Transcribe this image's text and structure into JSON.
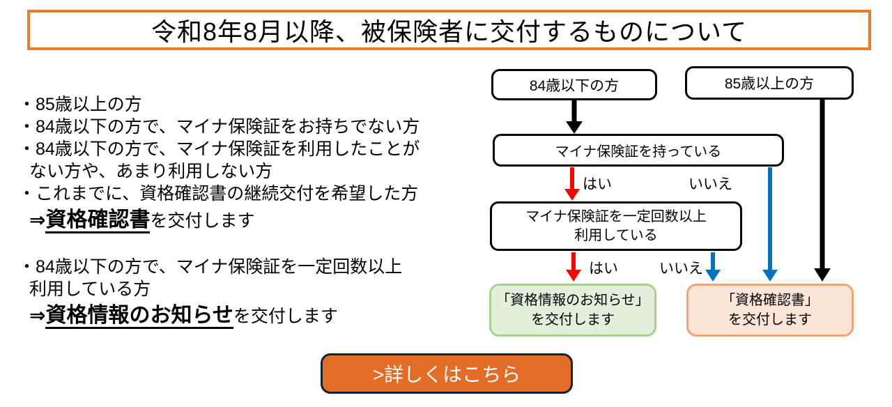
{
  "title": "令和8年8月以降、被保険者に交付するものについて",
  "left_panel": {
    "list1_line1": "・85歳以上の方",
    "list1_line2": "・84歳以下の方で、マイナ保険証をお持ちでない方",
    "list1_line3": "・84歳以下の方で、マイナ保険証を利用したことが",
    "list1_line4": "ない方や、あまり利用しない方",
    "list1_line5": "・これまでに、資格確認書の継続交付を希望した方",
    "result1_arrow": "⇒",
    "result1_strong": "資格確認書",
    "result1_suffix": "を交付します",
    "list2_line1": "・84歳以下の方で、マイナ保険証を一定回数以上",
    "list2_line2": "利用している方",
    "result2_arrow": "⇒",
    "result2_strong": "資格情報のお知らせ",
    "result2_suffix": "を交付します"
  },
  "flowchart": {
    "box_age_under": "84歳以下の方",
    "box_age_over": "85歳以上の方",
    "box_has_myna": "マイナ保険証を持っている",
    "box_uses_myna_line1": "マイナ保険証を一定回数以上",
    "box_uses_myna_line2": "利用している",
    "label_yes1": "はい",
    "label_no1": "いいえ",
    "label_yes2": "はい",
    "label_no2": "いいえ",
    "result_green_line1": "「資格情報のお知らせ」",
    "result_green_line2": "を交付します",
    "result_orange_line1": "「資格確認書」",
    "result_orange_line2": "を交付します"
  },
  "button": {
    "label": ">詳しくはこちら"
  },
  "colors": {
    "title_border": "#E87D2E",
    "arrow_black": "#000000",
    "arrow_red": "#FF0000",
    "arrow_blue": "#0070C0",
    "green_fill": "#E2EFDA",
    "green_border": "#A9D18E",
    "orange_fill": "#FCE4D6",
    "orange_border": "#F2A477",
    "button_bg": "#E36C27",
    "button_border": "#13222E",
    "button_text": "#FFFFFF"
  }
}
